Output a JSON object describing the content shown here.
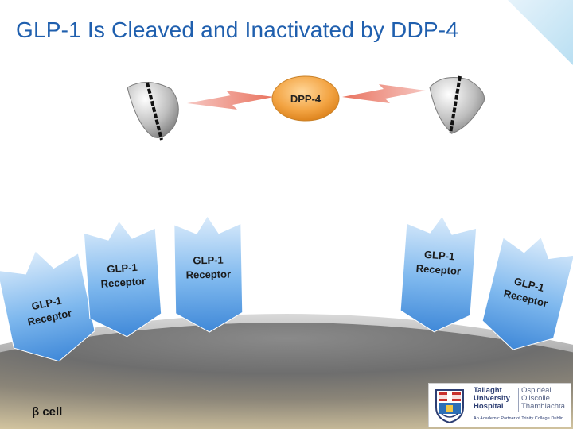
{
  "slide": {
    "title": "GLP-1 Is Cleaved and Inactivated by DDP-4",
    "enzyme_label": "DPP-4",
    "cell_label": "β cell",
    "receptors": [
      {
        "line1": "GLP-1",
        "line2": "Receptor"
      },
      {
        "line1": "GLP-1",
        "line2": "Receptor"
      },
      {
        "line1": "GLP-1",
        "line2": "Receptor"
      },
      {
        "line1": "GLP-1",
        "line2": "Receptor"
      },
      {
        "line1": "GLP-1",
        "line2": "Receptor"
      }
    ]
  },
  "logo": {
    "name_en": [
      "Tallaght",
      "University",
      "Hospital"
    ],
    "name_ga": [
      "Ospidéal",
      "Ollscoile",
      "Thamhlachta"
    ],
    "tagline": "An Academic Partner of Trinity College Dublin"
  },
  "colors": {
    "title": "#1f5fae",
    "receptor": "#5aa0e6",
    "enzyme": "#f0a040",
    "cell": "#6c6c6c"
  }
}
